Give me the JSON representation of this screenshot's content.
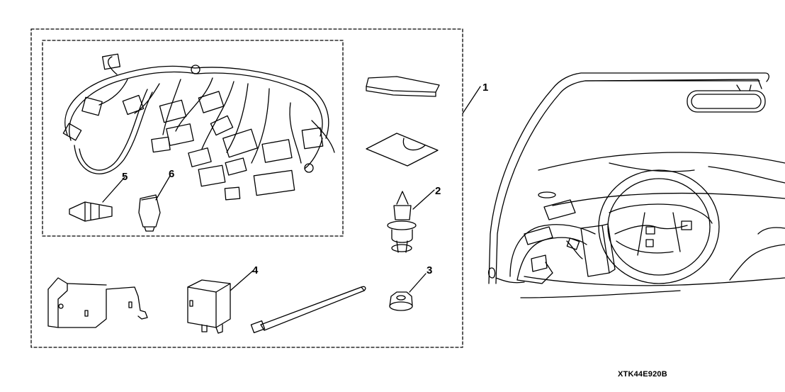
{
  "diagram": {
    "callouts": [
      "1",
      "2",
      "3",
      "4",
      "5",
      "6"
    ],
    "parts": [
      {
        "callout": "1",
        "part": "wire-harness-kit"
      },
      {
        "callout": "2",
        "part": "push-clip"
      },
      {
        "callout": "3",
        "part": "flange-nut"
      },
      {
        "callout": "4",
        "part": "relay"
      },
      {
        "callout": "5",
        "part": "blade-fuse"
      },
      {
        "callout": "6",
        "part": "cartridge-fuse"
      }
    ],
    "figure_code": "XTK44E920B"
  }
}
